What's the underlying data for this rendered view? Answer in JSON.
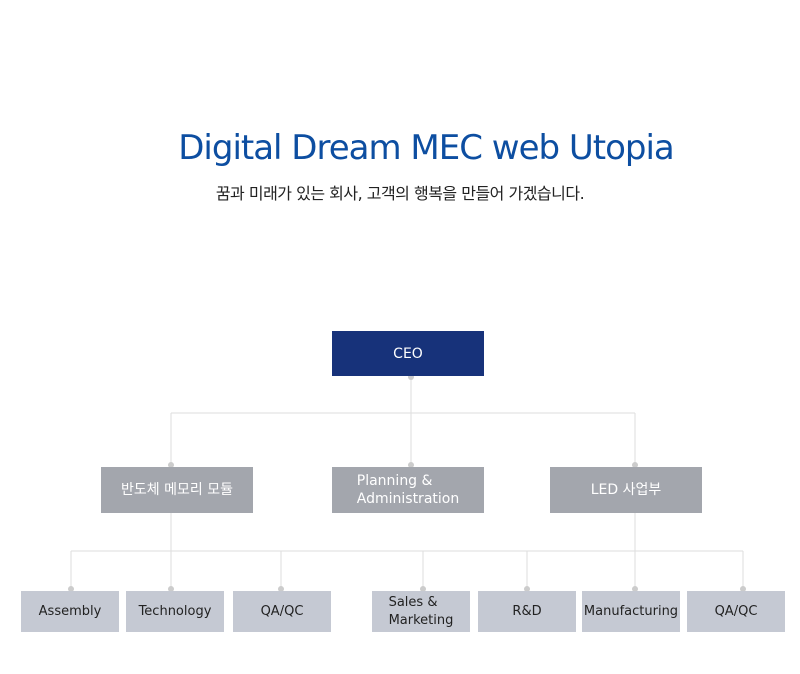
{
  "header": {
    "title": "Digital Dream MEC web Utopia",
    "subtitle": "꿈과 미래가 있는 회사, 고객의 행복을 만들어 가겠습니다."
  },
  "org": {
    "ceo": "CEO",
    "divisions": [
      "반도체 메모리 모듈",
      "Planning &\nAdministration",
      "LED 사업부"
    ],
    "teams": [
      "Assembly",
      "Technology",
      "QA/QC",
      "Sales &\nMarketing",
      "R&D",
      "Manufacturing",
      "QA/QC"
    ]
  }
}
